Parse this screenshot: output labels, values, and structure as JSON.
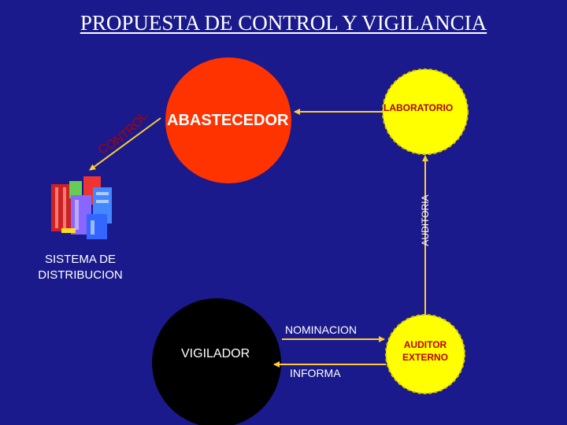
{
  "title": "PROPUESTA DE CONTROL Y VIGILANCIA",
  "nodes": {
    "abastecedor": "ABASTECEDOR",
    "laboratorio": "LABORATORIO",
    "vigilador": "VIGILADOR",
    "auditor_externo": "AUDITOR EXTERNO",
    "sistema_distribucion": "SISTEMA DE DISTRIBUCION"
  },
  "edges": {
    "control": "CONTROL",
    "auditoria": "AUDITORIA",
    "nominacion": "NOMINACION",
    "informa": "INFORMA"
  },
  "colors": {
    "background": "#1a1a8c",
    "abastecedor_fill": "#ff3300",
    "yellow_fill": "#ffff00",
    "vigilador_fill": "#000000",
    "arrow": "#ffcc33"
  }
}
